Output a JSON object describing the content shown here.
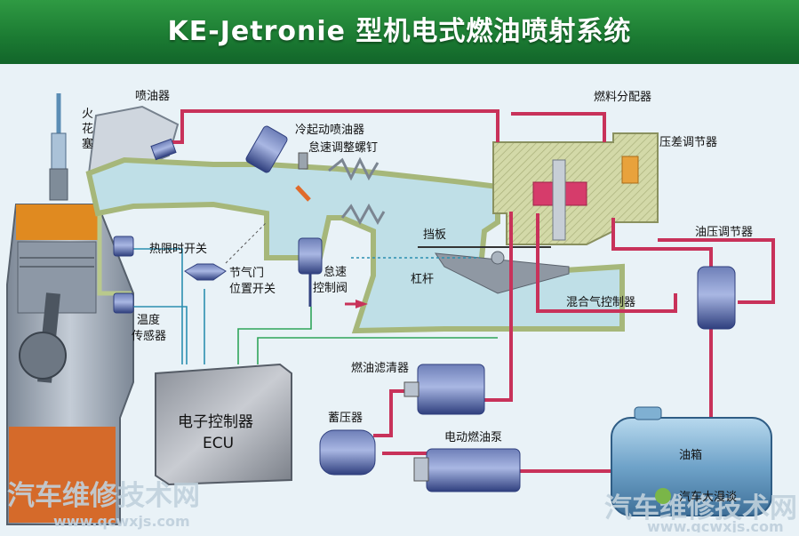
{
  "title": "KE-Jetronie 型机电式燃油喷射系统",
  "labels": {
    "spark_plug": "火\n花\n塞",
    "injector": "喷油器",
    "cold_start_injector": "冷起动喷油器",
    "idle_screw": "怠速调整螺钉",
    "fuel_distributor": "燃料分配器",
    "diff_pressure_regulator": "压差调节器",
    "fuel_pressure_regulator": "油压调节器",
    "thermo_time_switch": "热限时开关",
    "throttle_switch": "节气门\n位置开关",
    "idle_valve": "怠速\n控制阀",
    "temp_sensor": "温度\n传感器",
    "baffle": "挡板",
    "lever": "杠杆",
    "mixture_controller": "混合气控制器",
    "fuel_filter": "燃油滤清器",
    "accumulator": "蓄压器",
    "electric_pump": "电动燃油泵",
    "tank": "油箱",
    "ecu_line1": "电子控制器",
    "ecu_line2": "ECU"
  },
  "watermark": {
    "text": "汽车维修技术网",
    "url": "www.qcwxjs.com",
    "wechat": "汽车大漫谈"
  },
  "colors": {
    "title_bg": "#1b7a32",
    "fuel_line": "#c8325a",
    "signal_line": "#2c8fb0",
    "air_body": "#bfe0e8",
    "housing": "#d2d8a6",
    "engine_body": "#9aa7b5",
    "combustion": "#e38a1c"
  }
}
